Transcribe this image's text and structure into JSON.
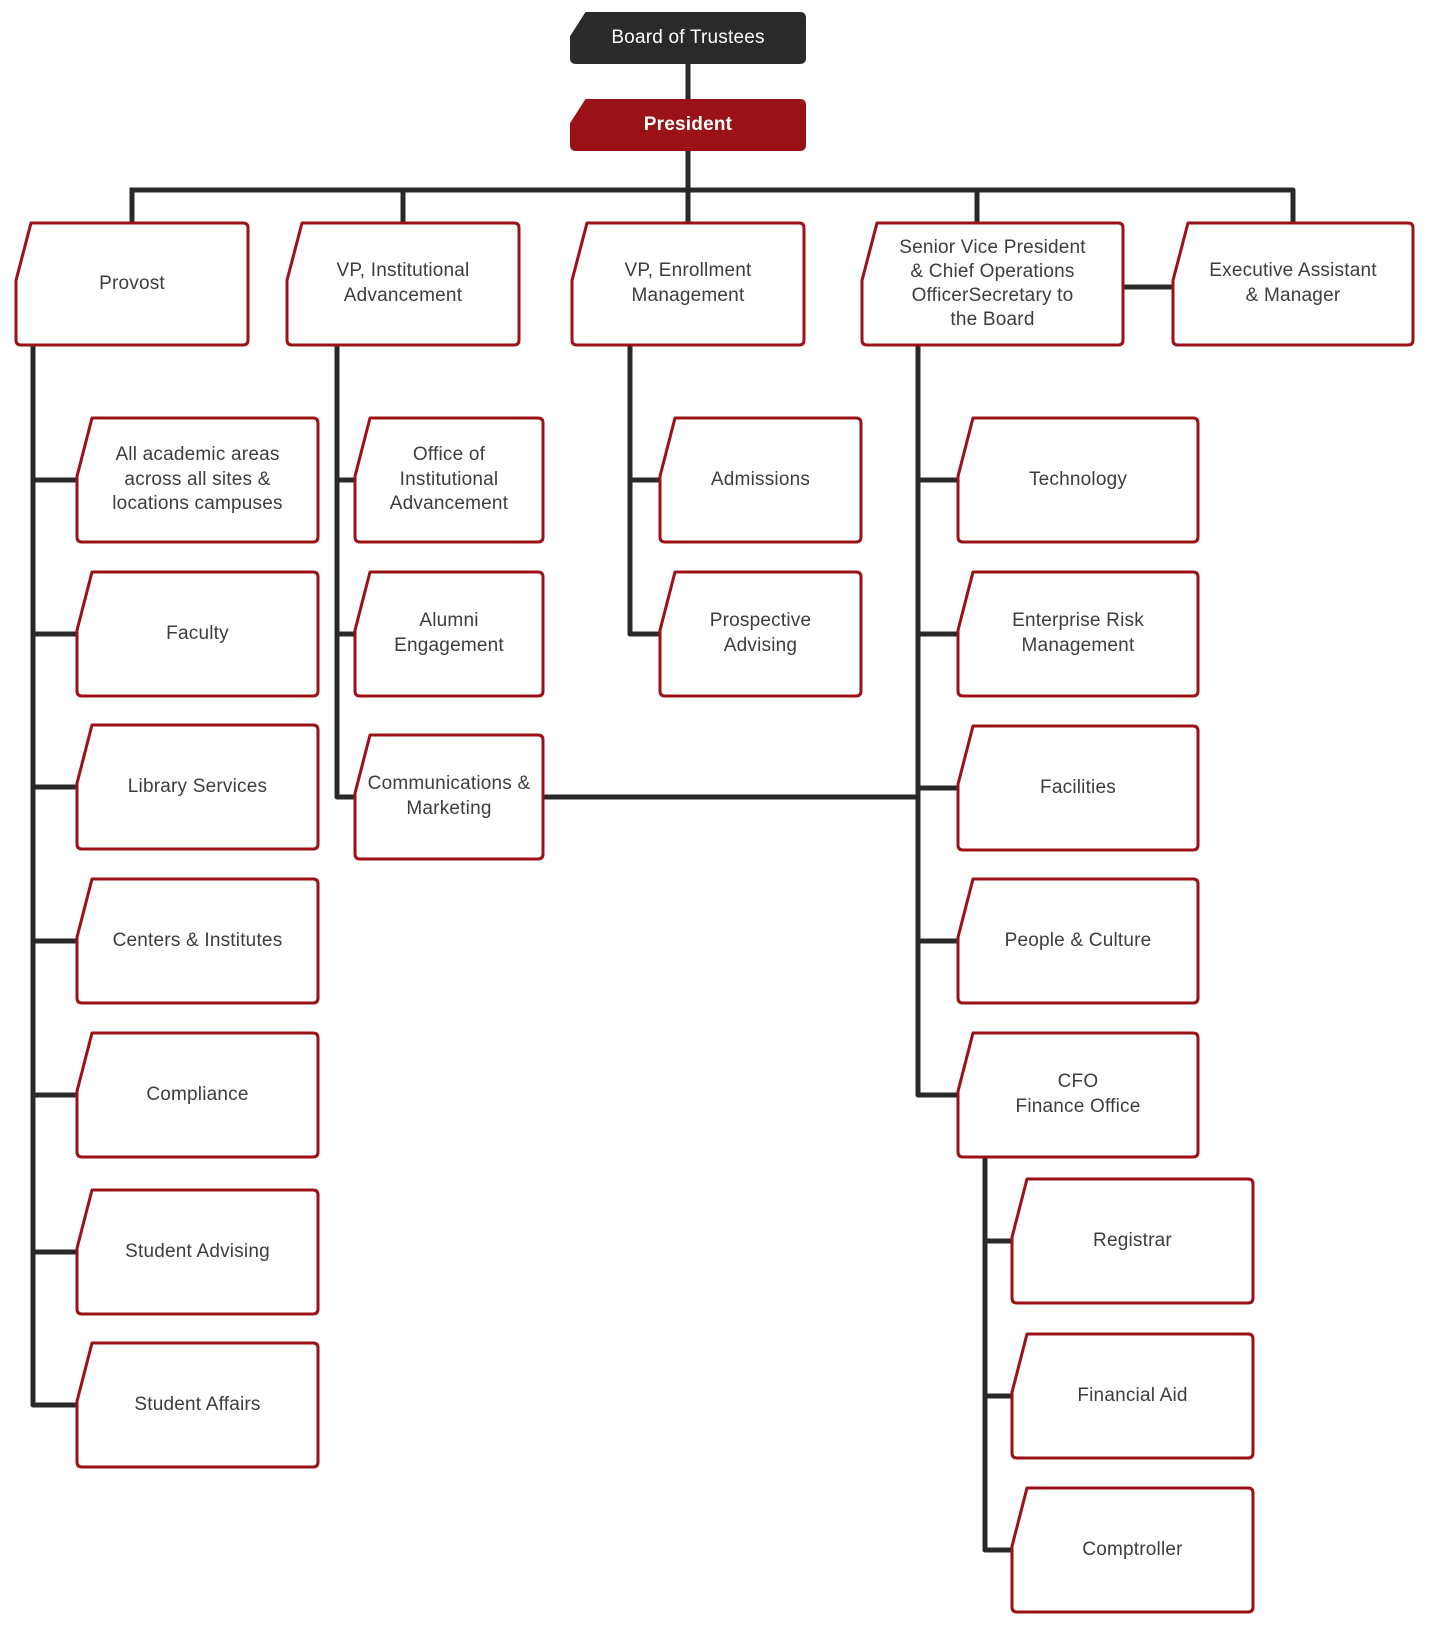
{
  "colors": {
    "box_border_red": "#9b1115",
    "president_fill": "#9a1218",
    "dark_fill": "#2b2a2a",
    "connector_line": "#2a2929",
    "label_text": "#3d3d3d",
    "box_fill": "#ffffff"
  },
  "nodes": {
    "board_of_trustees": {
      "label": "Board of Trustees"
    },
    "president": {
      "label": "President"
    },
    "provost": {
      "label": "Provost"
    },
    "vp_institutional_advancement": {
      "label": "VP, Institutional\nAdvancement"
    },
    "vp_enrollment_management": {
      "label": "VP, Enrollment\nManagement"
    },
    "svp_coo": {
      "label": "Senior Vice President\n& Chief Operations\nOfficerSecretary to\nthe Board"
    },
    "executive_assistant": {
      "label": "Executive Assistant\n& Manager"
    },
    "academic_areas": {
      "label": "All academic areas\nacross all sites &\nlocations campuses"
    },
    "faculty": {
      "label": "Faculty"
    },
    "library_services": {
      "label": "Library Services"
    },
    "centers_institutes": {
      "label": "Centers & Institutes"
    },
    "compliance": {
      "label": "Compliance"
    },
    "student_advising": {
      "label": "Student Advising"
    },
    "student_affairs": {
      "label": "Student Affairs"
    },
    "office_institutional_advancement": {
      "label": "Office of\nInstitutional\nAdvancement"
    },
    "alumni_engagement": {
      "label": "Alumni\nEngagement"
    },
    "communications_marketing": {
      "label": "Communications &\nMarketing"
    },
    "admissions": {
      "label": "Admissions"
    },
    "prospective_advising": {
      "label": "Prospective\nAdvising"
    },
    "technology": {
      "label": "Technology"
    },
    "enterprise_risk": {
      "label": "Enterprise Risk\nManagement"
    },
    "facilities": {
      "label": "Facilities"
    },
    "people_culture": {
      "label": "People & Culture"
    },
    "cfo_finance": {
      "label": "CFO\nFinance Office"
    },
    "registrar": {
      "label": "Registrar"
    },
    "financial_aid": {
      "label": "Financial Aid"
    },
    "comptroller": {
      "label": "Comptroller"
    }
  },
  "hierarchy": {
    "board_of_trustees": [
      "president"
    ],
    "president": [
      "provost",
      "vp_institutional_advancement",
      "vp_enrollment_management",
      "svp_coo",
      "executive_assistant"
    ],
    "provost": [
      "academic_areas",
      "faculty",
      "library_services",
      "centers_institutes",
      "compliance",
      "student_advising",
      "student_affairs"
    ],
    "vp_institutional_advancement": [
      "office_institutional_advancement",
      "alumni_engagement",
      "communications_marketing"
    ],
    "vp_enrollment_management": [
      "admissions",
      "prospective_advising"
    ],
    "svp_coo": [
      "technology",
      "enterprise_risk",
      "facilities",
      "people_culture",
      "cfo_finance"
    ],
    "cfo_finance": [
      "registrar",
      "financial_aid",
      "comptroller"
    ],
    "cross_links": [
      {
        "from": "communications_marketing",
        "to": "svp_coo"
      },
      {
        "from": "svp_coo",
        "to": "executive_assistant"
      }
    ]
  }
}
